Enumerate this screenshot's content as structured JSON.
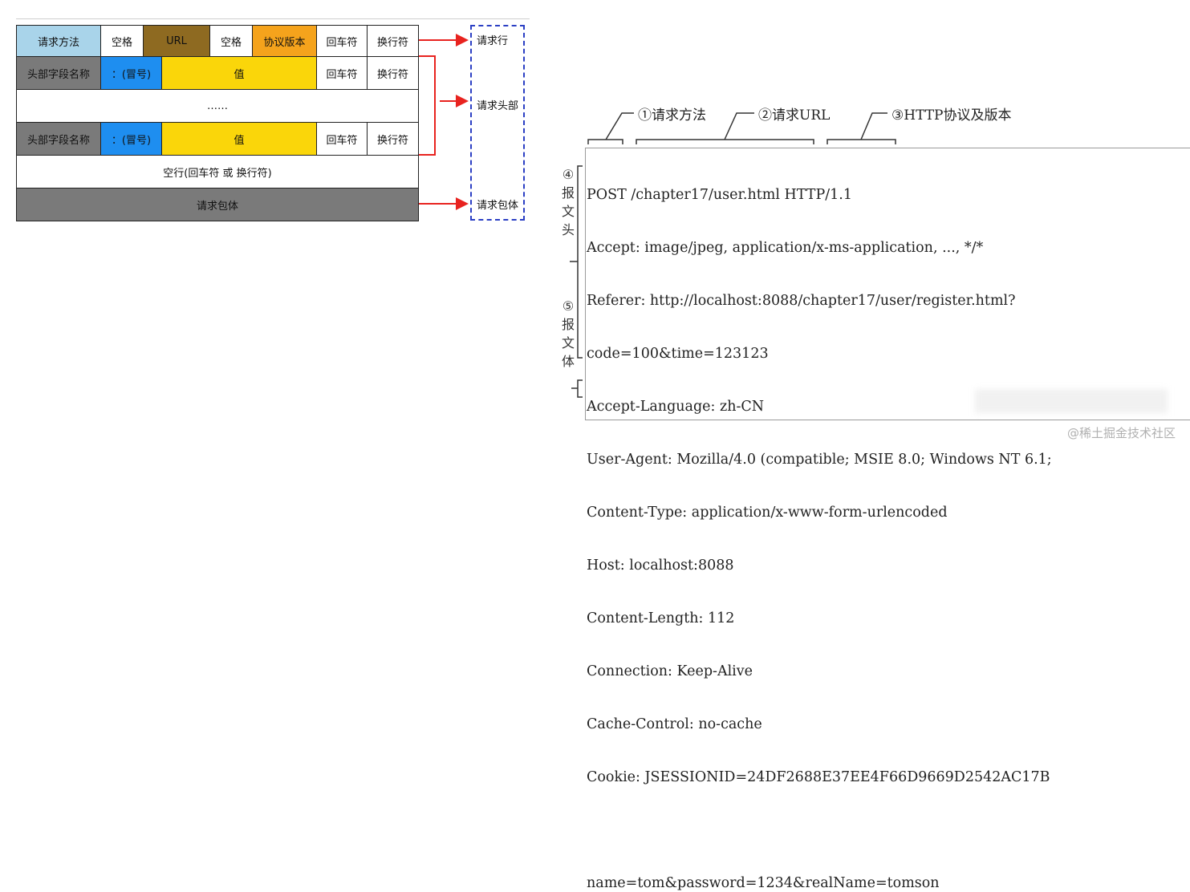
{
  "left_diagram": {
    "row1": [
      "请求方法",
      "空格",
      "URL",
      "空格",
      "协议版本",
      "回车符",
      "换行符"
    ],
    "row2": [
      "头部字段名称",
      "：(冒号)",
      "值",
      "回车符",
      "换行符"
    ],
    "ellipsis": "……",
    "row4": [
      "头部字段名称",
      "：(冒号)",
      "值",
      "回车符",
      "换行符"
    ],
    "blank_line": "空行(回车符 或 换行符)",
    "body": "请求包体",
    "side_labels": [
      "请求行",
      "请求头部",
      "请求包体"
    ]
  },
  "right_diagram": {
    "top_labels": [
      "①请求方法",
      "②请求URL",
      "③HTTP协议及版本"
    ],
    "header_label": [
      "④",
      "报",
      "文",
      "头"
    ],
    "body_label": [
      "⑤",
      "报",
      "文",
      "体"
    ],
    "lines": [
      "POST /chapter17/user.html HTTP/1.1",
      "Accept: image/jpeg, application/x-ms-application, ..., */*",
      "Referer: http://localhost:8088/chapter17/user/register.html?",
      "code=100&time=123123",
      "Accept-Language: zh-CN",
      "User-Agent: Mozilla/4.0 (compatible; MSIE 8.0; Windows NT 6.1;",
      "Content-Type: application/x-www-form-urlencoded",
      "Host: localhost:8088",
      "Content-Length: 112",
      "Connection: Keep-Alive",
      "Cache-Control: no-cache",
      "Cookie: JSESSIONID=24DF2688E37EE4F66D9669D2542AC17B",
      "",
      "name=tom&password=1234&realName=tomson"
    ]
  },
  "watermark": "@稀土掘金技术社区",
  "colors": {
    "method": "#a9d4ea",
    "url": "#8e6a21",
    "version": "#f5a31c",
    "header_name": "#7a7a7a",
    "colon": "#1e8ef0",
    "value": "#fad60a",
    "arrow": "#e8231f",
    "dashed_box": "#2b3fc4"
  }
}
